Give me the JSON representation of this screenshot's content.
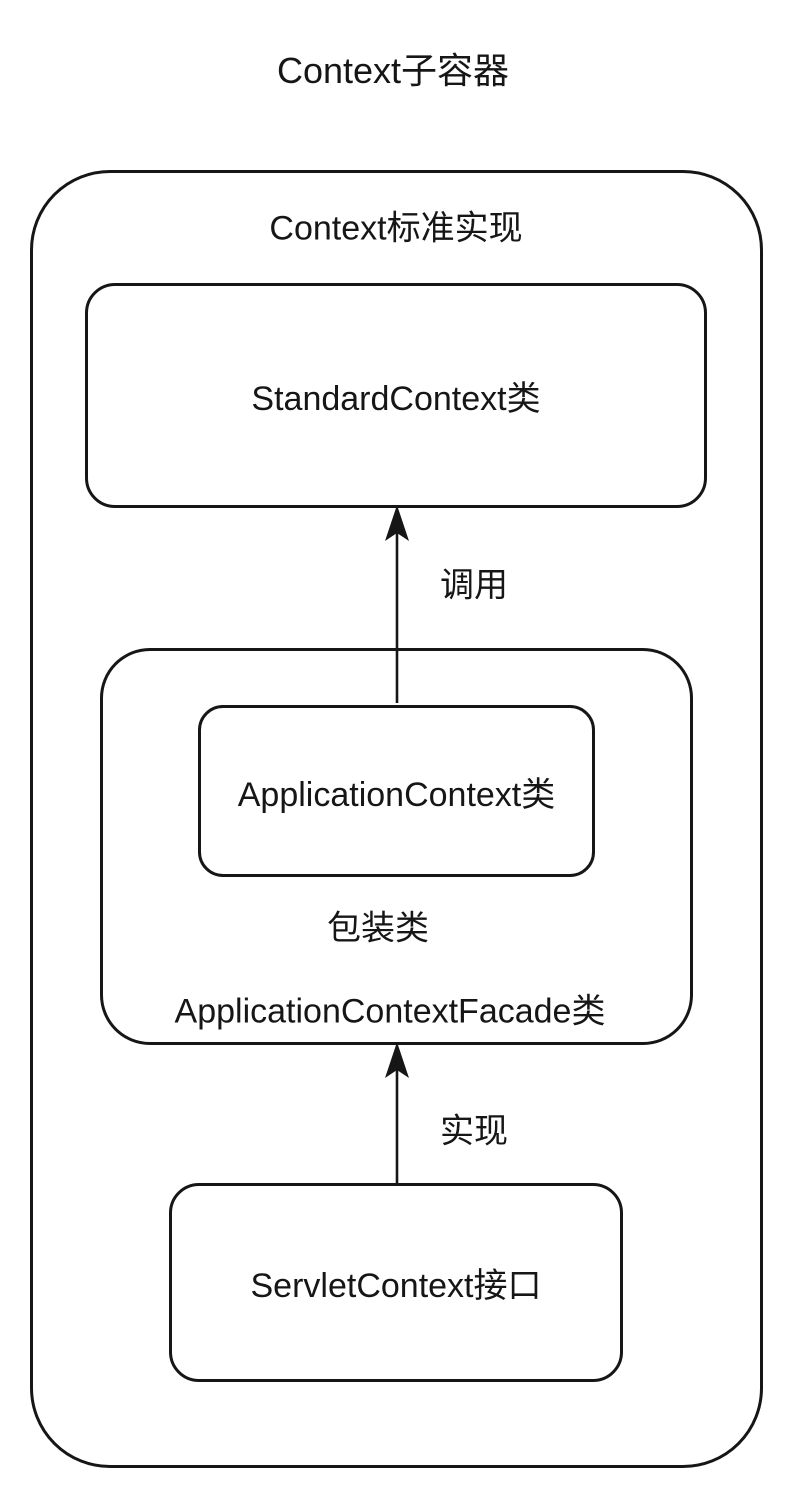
{
  "diagram": {
    "title": "Context子容器",
    "outer_container": {
      "label": "Context标准实现"
    },
    "nodes": {
      "standard_context": {
        "label": "StandardContext类"
      },
      "application_context": {
        "label": "ApplicationContext类"
      },
      "wrapper_note": {
        "label": "包装类"
      },
      "facade": {
        "label": "ApplicationContextFacade类"
      },
      "servlet_context": {
        "label": "ServletContext接口"
      }
    },
    "edges": {
      "call": {
        "label": "调用",
        "from": "ApplicationContext类",
        "to": "StandardContext类"
      },
      "implement": {
        "label": "实现",
        "from": "ServletContext接口",
        "to": "ApplicationContextFacade类"
      }
    }
  },
  "colors": {
    "background": "#ffffff",
    "stroke": "#161616",
    "text": "#161616"
  }
}
